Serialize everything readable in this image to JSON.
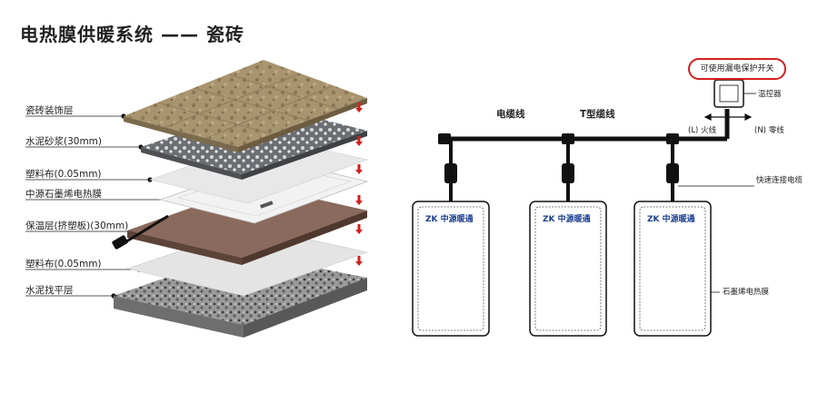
{
  "title": "电热膜供暖系统 —— 瓷砖",
  "layers": [
    {
      "label": "瓷砖装饰层"
    },
    {
      "label": "水泥砂浆(30mm)"
    },
    {
      "label": "塑料布(0.05mm)"
    },
    {
      "label": "中源石墨烯电热膜"
    },
    {
      "label": "保温层(挤塑板)(30mm)"
    },
    {
      "label": "塑料布(0.05mm)"
    },
    {
      "label": "水泥找平层"
    }
  ],
  "schematic": {
    "protection_note": "可使用漏电保护开关",
    "thermostat_label": "温控器",
    "cable_label": "电缆线",
    "t_cable_label": "T型缆线",
    "live_label": "(L) 火线",
    "neutral_label": "(N) 零线",
    "quick_connect_label": "快速连接电缆",
    "film_label": "石墨烯电热膜",
    "panel_logo": "ZK 中源暖通",
    "panel_count": 3
  },
  "colors": {
    "accent_red": "#d32020",
    "cable": "#111111",
    "tile": "#a8946e",
    "mortar": "#6b6e73",
    "insulation": "#7a5a4c"
  }
}
